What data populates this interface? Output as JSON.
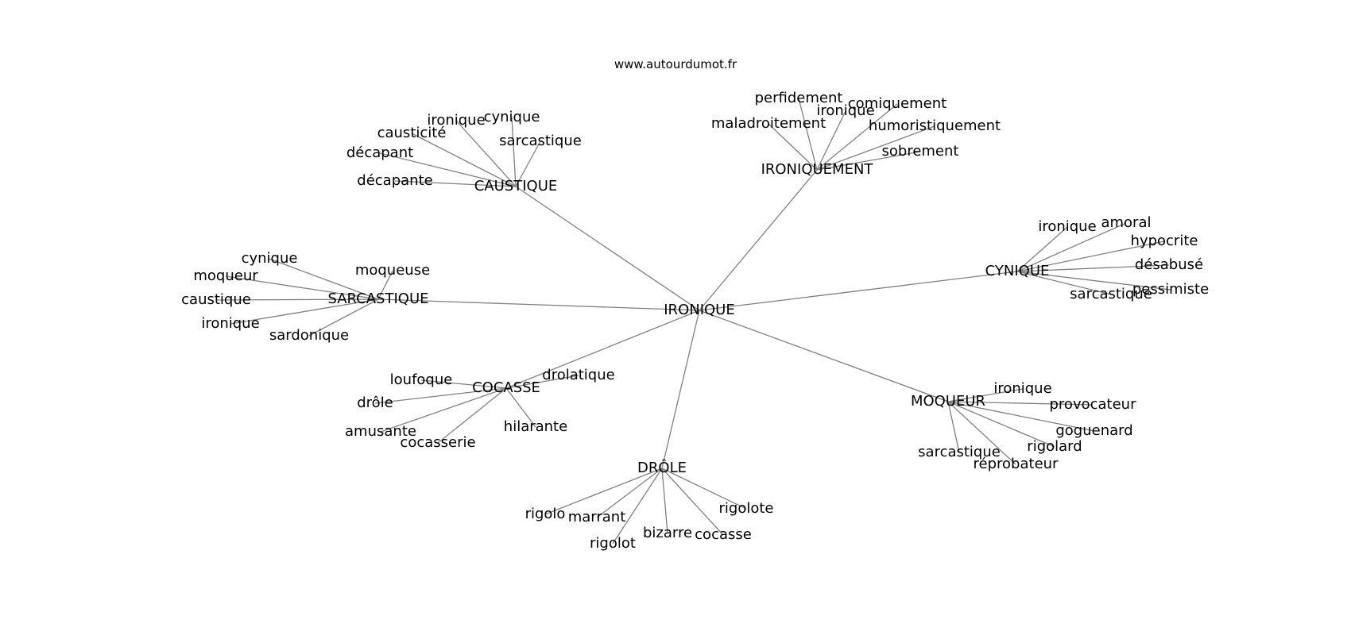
{
  "site": "www.autourdumot.fr",
  "colors": {
    "edge": "#808080",
    "text": "#000000",
    "background": "#ffffff"
  },
  "center": {
    "id": "center",
    "label": "IRONIQUE"
  },
  "hubs": [
    {
      "id": "ironiquement",
      "label": "IRONIQUEMENT",
      "leaves": [
        "perfidement",
        "ironique",
        "comiquement",
        "maladroitement",
        "humoristiquement",
        "sobrement"
      ]
    },
    {
      "id": "caustique",
      "label": "CAUSTIQUE",
      "leaves": [
        "ironique",
        "cynique",
        "causticité",
        "sarcastique",
        "décapant",
        "décapante"
      ]
    },
    {
      "id": "sarcastique",
      "label": "SARCASTIQUE",
      "leaves": [
        "cynique",
        "moqueur",
        "moqueuse",
        "caustique",
        "ironique",
        "sardonique"
      ]
    },
    {
      "id": "cynique",
      "label": "CYNIQUE",
      "leaves": [
        "ironique",
        "amoral",
        "hypocrite",
        "désabusé",
        "pessimiste",
        "sarcastique"
      ]
    },
    {
      "id": "cocasse",
      "label": "COCASSE",
      "leaves": [
        "loufoque",
        "drolatique",
        "drôle",
        "amusante",
        "hilarante",
        "cocasserie"
      ]
    },
    {
      "id": "moqueur",
      "label": "MOQUEUR",
      "leaves": [
        "ironique",
        "provocateur",
        "goguenard",
        "rigolard",
        "sarcastique",
        "réprobateur"
      ]
    },
    {
      "id": "drole",
      "label": "DRÔLE",
      "leaves": [
        "rigolo",
        "marrant",
        "rigolot",
        "bizarre",
        "cocasse",
        "rigolote"
      ]
    }
  ]
}
